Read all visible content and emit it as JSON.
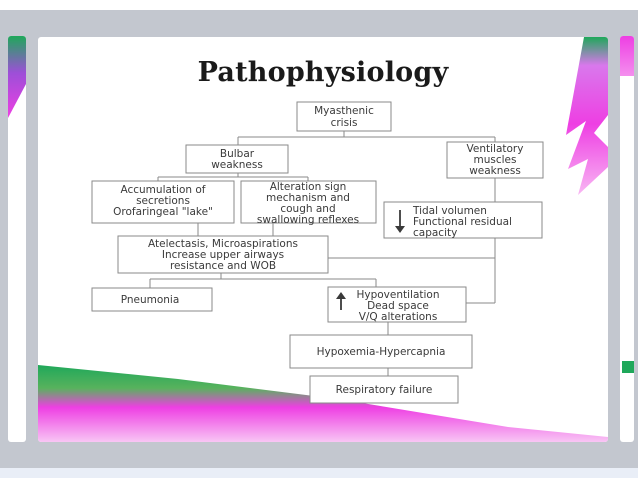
{
  "slide": {
    "title": "Pathophysiology"
  },
  "diagram": {
    "nodes": {
      "myasthenic_crisis": [
        "Myasthenic",
        "crisis"
      ],
      "bulbar_weakness": [
        "Bulbar",
        "weakness"
      ],
      "ventilatory_weakness": [
        "Ventilatory",
        "muscles",
        "weakness"
      ],
      "accumulation_secretions": [
        "Accumulation of",
        "secretions",
        "Orofaringeal \"lake\""
      ],
      "alteration_sign": [
        "Alteration sign",
        "mechanism and",
        "cough and",
        "swallowing reflexes"
      ],
      "tidal_volumen": [
        "Tidal volumen",
        "Functional residual",
        "capacity"
      ],
      "atelectasis": [
        "Atelectasis, Microaspirations",
        "Increase upper airways",
        "resistance and WOB"
      ],
      "pneumonia": [
        "Pneumonia"
      ],
      "hypoventilation": [
        "Hypoventilation",
        "Dead space",
        "V/Q alterations"
      ],
      "hypoxemia": [
        "Hypoxemia-Hypercapnia"
      ],
      "respiratory_failure": [
        "Respiratory failure"
      ]
    },
    "arrows": {
      "down_arrow": "down-arrow-icon",
      "up_arrow": "up-arrow-icon"
    }
  },
  "colors": {
    "green": "#1fa85a",
    "magenta": "#ee3fe3",
    "pink": "#f48fee",
    "frame": "#c3c7cf",
    "box_border": "#8a8a8a"
  }
}
